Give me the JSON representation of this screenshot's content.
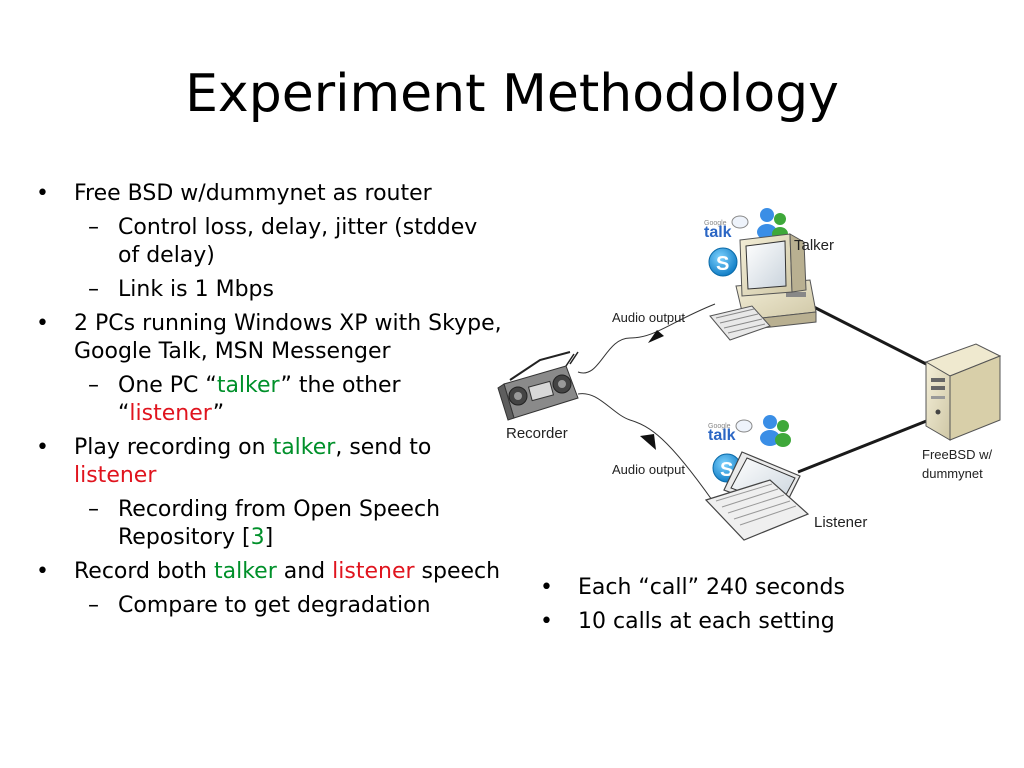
{
  "title": "Experiment Methodology",
  "left_bullets": {
    "b1": "Free BSD w/dummynet as router",
    "b1_1": "Control loss, delay, jitter (stddev of delay)",
    "b1_2": "Link is 1 Mbps",
    "b2": "2 PCs running Windows XP with Skype, Google Talk, MSN Messenger",
    "b2_1": {
      "pre": "One PC “",
      "talker": "talker",
      "mid": "” the other “",
      "listener": "listener",
      "post": "”"
    },
    "b3": {
      "pre": "Play recording on ",
      "talker": "talker",
      "mid": ", send to ",
      "listener": "listener"
    },
    "b3_1": {
      "pre": "Recording from Open Speech Repository [",
      "ref": "3",
      "post": "]"
    },
    "b4": {
      "pre": "Record both ",
      "talker": "talker",
      "mid": " and ",
      "listener": "listener",
      "post": " speech"
    },
    "b4_1": "Compare to get degradation"
  },
  "right_bullets": [
    "Each “call” 240 seconds",
    "10 calls at each setting"
  ],
  "diagram": {
    "talker_label": "Talker",
    "listener_label": "Listener",
    "recorder_label": "Recorder",
    "audio_output_top": "Audio output",
    "audio_output_bottom": "Audio output",
    "server_label_line1": "FreeBSD w/",
    "server_label_line2": "dummynet",
    "gtalk_text": "talk",
    "gtalk_small": "Google",
    "skype_glyph": "S"
  },
  "colors": {
    "talker": "#00902a",
    "listener": "#e0141e",
    "link": "#1a1a1a"
  },
  "icons": [
    "google-talk-icon",
    "msn-messenger-icon",
    "skype-icon",
    "desktop-pc-icon",
    "laptop-icon",
    "server-tower-icon",
    "boombox-recorder-icon"
  ]
}
